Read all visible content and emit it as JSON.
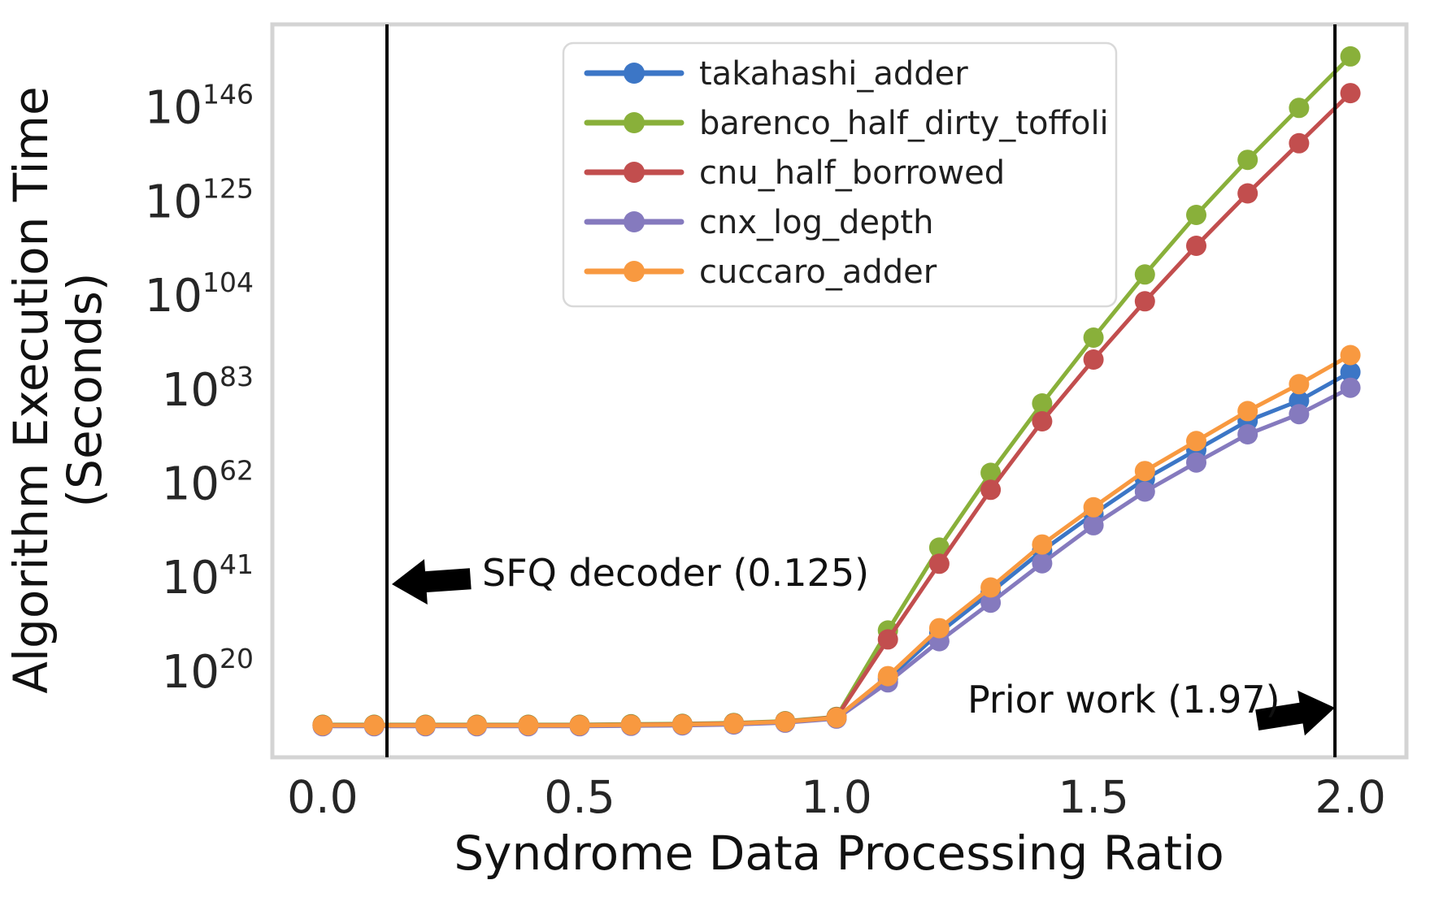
{
  "figure": {
    "background": "#ffffff",
    "border_color": "#d4d4d4",
    "vline_color": "#000000",
    "tick_color": "#262626",
    "text_color": "#111111"
  },
  "chart_data": {
    "type": "line",
    "title": "",
    "xlabel": "Syndrome Data Processing Ratio",
    "ylabel_lines": [
      "Algorithm Execution Time",
      "(Seconds)"
    ],
    "grid": false,
    "legend_position": "upper center",
    "xlim": [
      -0.098,
      2.109
    ],
    "ylim_exponents": [
      -0.33,
      163.35
    ],
    "x_ticks": [
      0.0,
      0.5,
      1.0,
      1.5,
      2.0
    ],
    "x_tick_labels": [
      "0.0",
      "0.5",
      "1.0",
      "1.5",
      "2.0"
    ],
    "y_tick_base": "10",
    "y_tick_exponents": [
      20,
      41,
      62,
      83,
      104,
      125,
      146
    ],
    "x": [
      0.0,
      0.1,
      0.2,
      0.3,
      0.4,
      0.5,
      0.6,
      0.7,
      0.8,
      0.9,
      1.0,
      1.1,
      1.2,
      1.3,
      1.4,
      1.5,
      1.6,
      1.7,
      1.8,
      1.9,
      2.0
    ],
    "series": [
      {
        "name": "takahashi_adder",
        "color": "#3c76c6",
        "exponents": [
          6.75,
          6.75,
          6.75,
          6.75,
          6.75,
          6.75,
          6.85,
          6.95,
          7.15,
          7.55,
          8.45,
          17.2,
          27.5,
          36.5,
          45.8,
          54.0,
          61.8,
          68.3,
          74.8,
          79.3,
          85.7
        ]
      },
      {
        "name": "barenco_half_dirty_toffoli",
        "color": "#89b03a",
        "exponents": [
          6.95,
          6.95,
          6.95,
          6.95,
          6.95,
          6.95,
          7.05,
          7.15,
          7.35,
          7.75,
          8.7,
          28.0,
          46.5,
          63.2,
          78.7,
          93.4,
          107.5,
          120.8,
          133.1,
          144.7,
          156.2
        ]
      },
      {
        "name": "cnu_half_borrowed",
        "color": "#c24e4e",
        "exponents": [
          6.85,
          6.85,
          6.85,
          6.85,
          6.85,
          6.85,
          6.95,
          7.05,
          7.25,
          7.65,
          8.6,
          26.0,
          42.9,
          59.4,
          74.7,
          88.5,
          101.5,
          113.9,
          125.6,
          136.8,
          148.0
        ]
      },
      {
        "name": "cnx_log_depth",
        "color": "#857abe",
        "exponents": [
          6.6,
          6.6,
          6.6,
          6.6,
          6.6,
          6.6,
          6.7,
          6.8,
          7.0,
          7.4,
          8.3,
          16.4,
          25.6,
          34.2,
          43.0,
          51.5,
          59.0,
          65.5,
          71.8,
          76.3,
          82.2
        ]
      },
      {
        "name": "cuccaro_adder",
        "color": "#f89940",
        "exponents": [
          6.8,
          6.8,
          6.8,
          6.8,
          6.8,
          6.8,
          6.9,
          7.0,
          7.2,
          7.6,
          8.5,
          17.8,
          28.5,
          37.6,
          47.2,
          55.5,
          63.6,
          70.3,
          77.0,
          83.0,
          89.5
        ]
      }
    ],
    "vlines": [
      0.125,
      1.97
    ],
    "annotations": [
      {
        "text": "SFQ decoder (0.125)",
        "x_value": 0.125,
        "arrow_direction": "left"
      },
      {
        "text": "Prior work (1.97)",
        "x_value": 1.97,
        "arrow_direction": "right"
      }
    ]
  }
}
